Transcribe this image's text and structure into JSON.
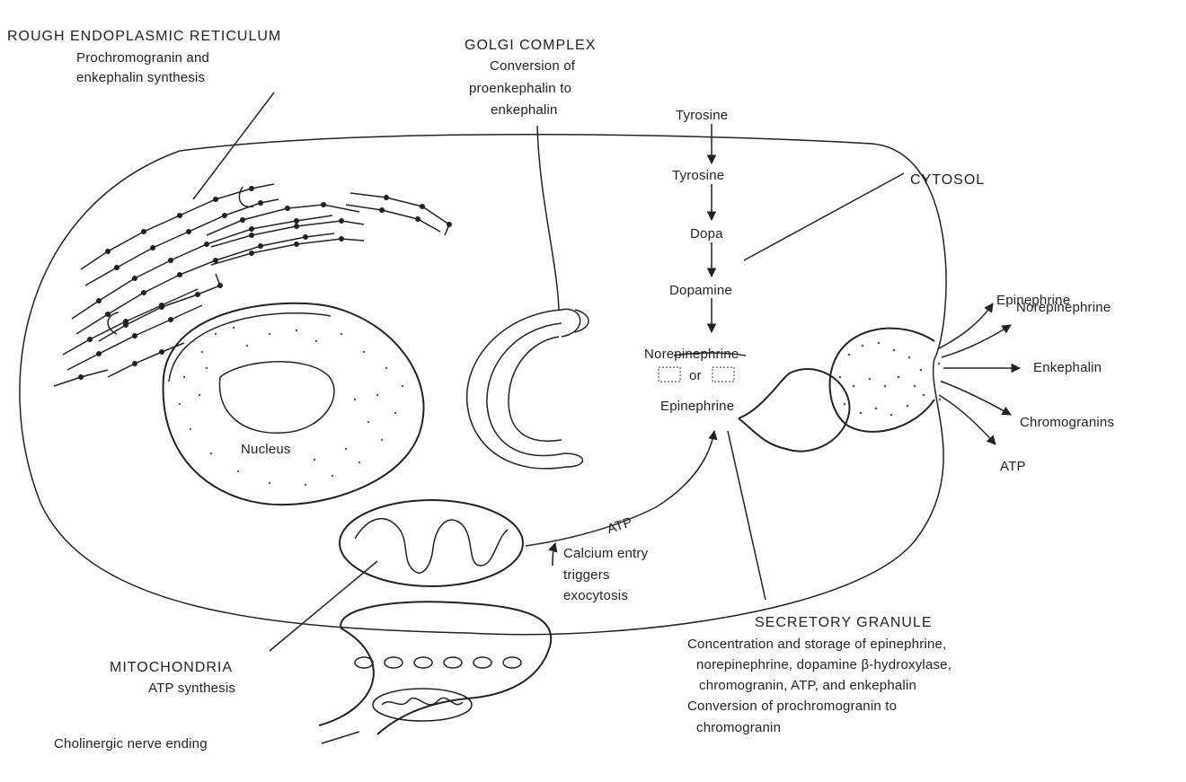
{
  "labels": {
    "rer_title": "ROUGH ENDOPLASMIC RETICULUM",
    "rer_desc_1": "Prochromogranin and",
    "rer_desc_2": "enkephalin synthesis",
    "golgi_title": "GOLGI COMPLEX",
    "golgi_desc_1": "Conversion of",
    "golgi_desc_2": "proenkephalin to",
    "golgi_desc_3": "enkephalin",
    "cytosol_title": "CYTOSOL",
    "nucleus": "Nucleus",
    "mito_title": "MITOCHONDRIA",
    "mito_desc": "ATP synthesis",
    "nerve": "Cholinergic nerve ending",
    "calcium_1": "Calcium entry",
    "calcium_2": "triggers",
    "calcium_3": "exocytosis",
    "atp_arrow": "ATP",
    "granule_title": "SECRETORY GRANULE",
    "granule_desc_1": "Concentration and storage of epinephrine,",
    "granule_desc_2": "norepinephrine, dopamine β-hydroxylase,",
    "granule_desc_3": "chromogranin, ATP, and enkephalin",
    "granule_desc_4": "Conversion of prochromogranin to",
    "granule_desc_5": "chromogranin"
  },
  "pathway": {
    "step_1": "Tyrosine",
    "step_2": "Tyrosine",
    "step_3": "Dopa",
    "step_4": "Dopamine",
    "step_5": "Norepinephrine",
    "step_5_or": "or",
    "step_6": "Epinephrine"
  },
  "secretions": {
    "item_1": "Epinephrine",
    "item_2": "Norepinephrine",
    "item_3": "Enkephalin",
    "item_4": "Chromogranins",
    "item_5": "ATP"
  }
}
